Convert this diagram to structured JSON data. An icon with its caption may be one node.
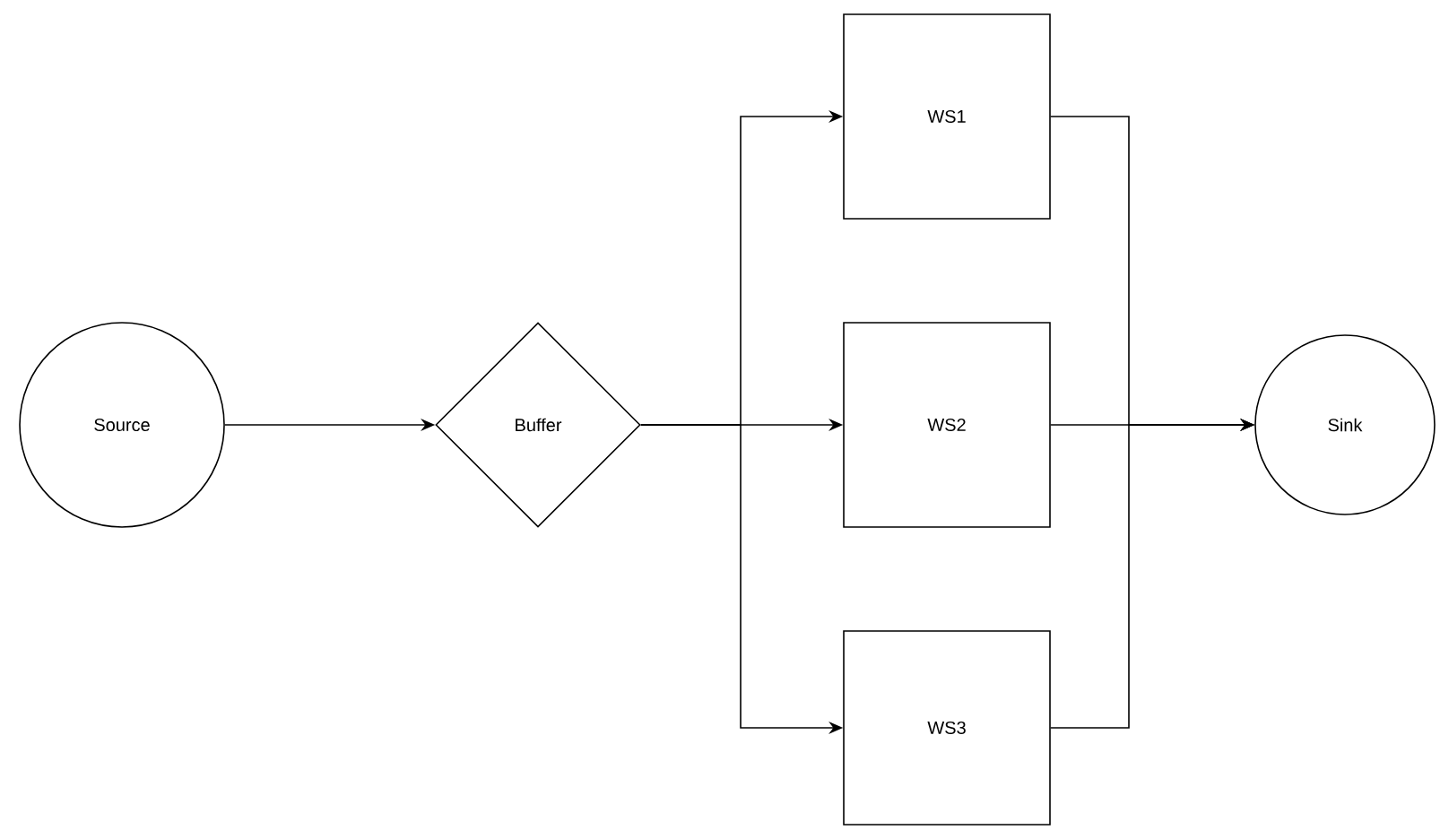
{
  "diagram": {
    "nodes": [
      {
        "text": [
          "Source"
        ]
      },
      {
        "text": [
          "Buffer"
        ]
      },
      {
        "text": [
          "WS1"
        ]
      },
      {
        "text": [
          "WS2"
        ]
      },
      {
        "text": [
          "WS3"
        ]
      },
      {
        "text": [
          "Sink"
        ]
      }
    ],
    "edges": [
      {
        "from": 0,
        "to": 1,
        "arrow": "to"
      },
      {
        "from": 1,
        "to": 2,
        "arrow": "to"
      },
      {
        "from": 1,
        "to": 3,
        "arrow": "to"
      },
      {
        "from": 1,
        "to": 4,
        "arrow": "to"
      },
      {
        "from": 2,
        "to": 5,
        "arrow": "to"
      },
      {
        "from": 3,
        "to": 5,
        "arrow": "to"
      },
      {
        "from": 4,
        "to": 5,
        "arrow": "to"
      }
    ]
  }
}
